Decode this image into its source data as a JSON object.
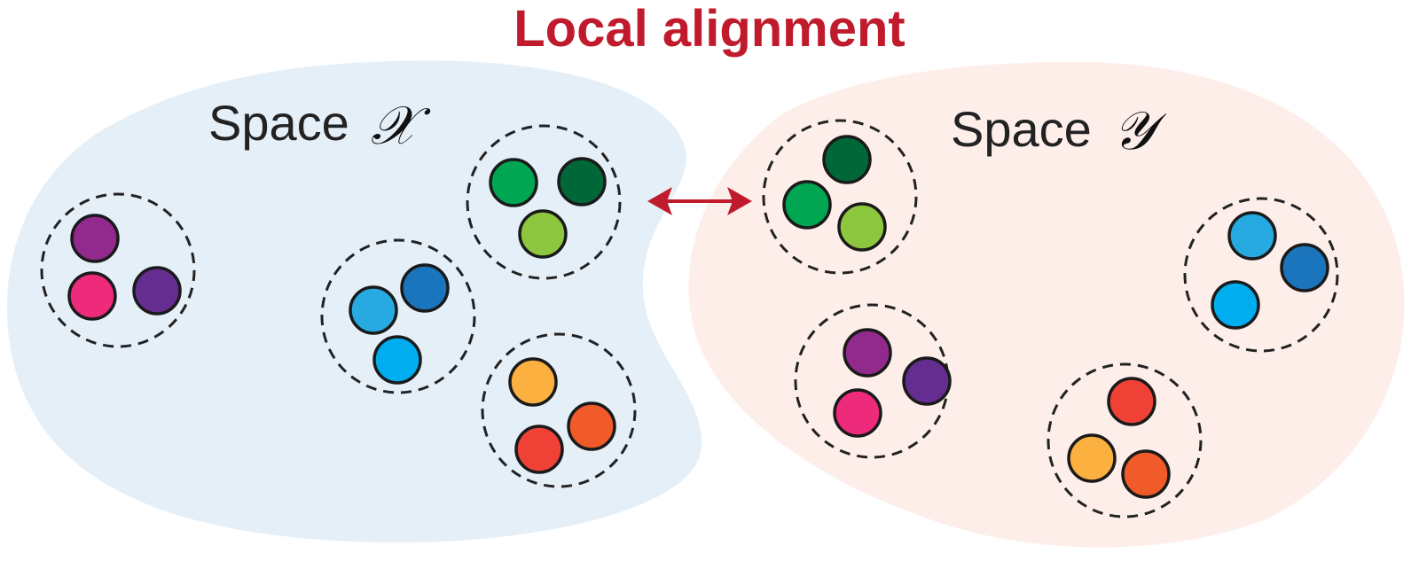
{
  "title": "Local alignment",
  "colors": {
    "title": "#c01b2d",
    "arrow": "#c01b2d",
    "space_x_bg": "#e4eff8",
    "space_y_bg": "#fdeeea"
  },
  "spaces": {
    "x": {
      "label": "Space",
      "symbol": "𝒳",
      "clusters": [
        {
          "name": "purple-pink",
          "points": [
            "#922a8e",
            "#ee2a7b",
            "#662d91"
          ]
        },
        {
          "name": "blue",
          "points": [
            "#27aae1",
            "#1b75bc",
            "#00aeef"
          ]
        },
        {
          "name": "green",
          "points": [
            "#00a651",
            "#006838",
            "#8dc63f"
          ]
        },
        {
          "name": "orange-red",
          "points": [
            "#fbb040",
            "#f15a29",
            "#ef4136"
          ]
        }
      ]
    },
    "y": {
      "label": "Space",
      "symbol": "𝒴",
      "clusters": [
        {
          "name": "green",
          "points": [
            "#006838",
            "#00a651",
            "#8dc63f"
          ]
        },
        {
          "name": "blue",
          "points": [
            "#27aae1",
            "#1b75bc",
            "#00aeef"
          ]
        },
        {
          "name": "purple-pink",
          "points": [
            "#922a8e",
            "#662d91",
            "#ee2a7b"
          ]
        },
        {
          "name": "orange-red",
          "points": [
            "#ef4136",
            "#fbb040",
            "#f15a29"
          ]
        }
      ]
    }
  },
  "alignment": {
    "from": "x.green",
    "to": "y.green",
    "bidirectional": true
  }
}
